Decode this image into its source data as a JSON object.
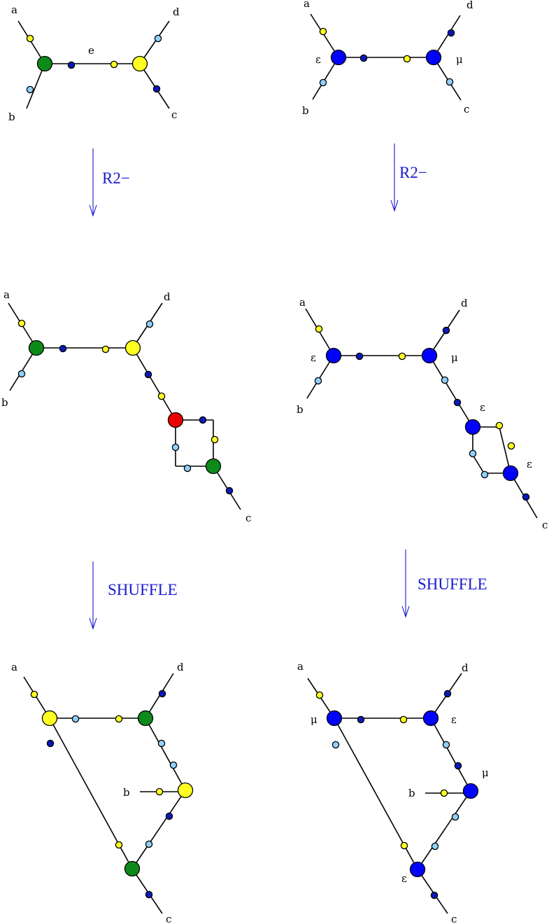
{
  "colors": {
    "green": "#0d8a1a",
    "yellow": "#ffff22",
    "blue": "#0000ff",
    "navy": "#0a1ab8",
    "lightblue": "#8fd0ff",
    "red": "#ee0000",
    "arrow": "#1a1ad0"
  },
  "operations": [
    "R2−",
    "R2−",
    "SHUFFLE",
    "SHUFFLE"
  ],
  "labels": {
    "a": "a",
    "b": "b",
    "c": "c",
    "d": "d",
    "e": "e",
    "epsilon": "ε",
    "mu": "μ"
  }
}
